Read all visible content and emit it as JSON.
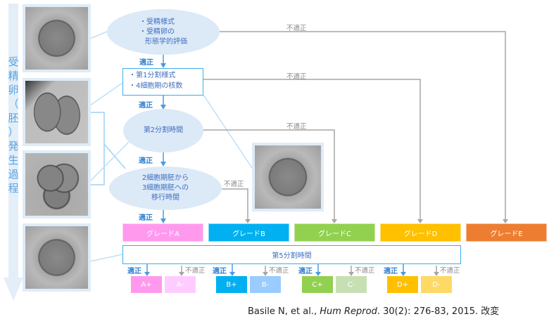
{
  "side_label": [
    "受",
    "精",
    "卵",
    "（",
    "胚",
    "）",
    "発",
    "生",
    "過",
    "程"
  ],
  "step1": [
    "・受精様式",
    "・受精卵の",
    "形態学的評価"
  ],
  "step2": [
    "・第1分割様式",
    "・4細胞期の核数"
  ],
  "step3": "第2分割時間",
  "step4": [
    "2細胞期胚から",
    "3細胞期胚への",
    "移行時間"
  ],
  "step5": "第5分割時間",
  "ok_label": "適正",
  "ng_label": "不適正",
  "grades": [
    {
      "label": "グレードA",
      "color": "#ff99ee"
    },
    {
      "label": "グレードB",
      "color": "#00b0f0"
    },
    {
      "label": "グレードC",
      "color": "#92d050"
    },
    {
      "label": "グレードD",
      "color": "#ffc000"
    },
    {
      "label": "グレードE",
      "color": "#ed7d31"
    }
  ],
  "subgrades": [
    {
      "label": "A+",
      "color": "#ff99ee"
    },
    {
      "label": "A-",
      "color": "#ffccff"
    },
    {
      "label": "B+",
      "color": "#00b0f0"
    },
    {
      "label": "B-",
      "color": "#99ccff"
    },
    {
      "label": "C+",
      "color": "#92d050"
    },
    {
      "label": "C-",
      "color": "#c6e0b4"
    },
    {
      "label": "D+",
      "color": "#ffc000"
    },
    {
      "label": "D-",
      "color": "#ffd966"
    }
  ],
  "citation": {
    "authors": "Basile N, et al., ",
    "journal": "Hum Reprod",
    "rest": ". 30(2): 276-83, 2015. 改変"
  }
}
